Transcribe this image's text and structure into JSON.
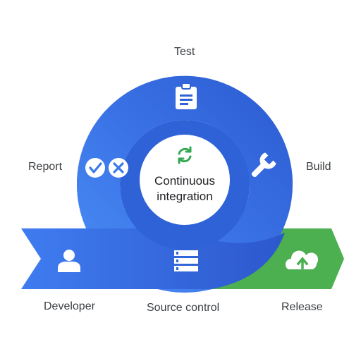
{
  "diagram": {
    "center": {
      "line1": "Continuous",
      "line2": "integration",
      "icon": "sync-arrows-icon"
    },
    "stages": [
      {
        "id": "test",
        "label": "Test",
        "icon": "clipboard-icon"
      },
      {
        "id": "build",
        "label": "Build",
        "icon": "wrench-icon"
      },
      {
        "id": "report",
        "label": "Report",
        "icon": "check-and-cross-icon"
      },
      {
        "id": "developer",
        "label": "Developer",
        "icon": "person-icon"
      },
      {
        "id": "source-control",
        "label": "Source control",
        "icon": "server-stack-icon"
      },
      {
        "id": "release",
        "label": "Release",
        "icon": "cloud-upload-icon"
      }
    ]
  },
  "colors": {
    "blue_dark": "#2d5fd3",
    "blue_light": "#4285f4",
    "green": "#4caf50",
    "green_icon": "#34a853",
    "text": "#3c4043"
  }
}
